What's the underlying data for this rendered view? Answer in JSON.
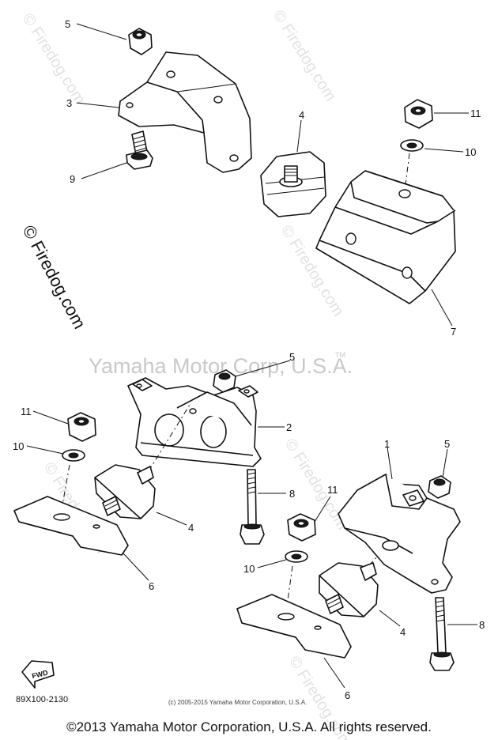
{
  "diagram_code": "89X100-2130",
  "small_copyright": "(c) 2005-2015 Yamaha Motor Corporation, U.S.A.",
  "footer_copyright": "©2013 Yamaha Motor Corporation, U.S.A. All rights reserved.",
  "center_watermark": "Yamaha Motor Corp, U.S.A.",
  "tm_mark": "TM",
  "side_watermark": "© Firedog.com",
  "diag_watermark": "© Firedog.com",
  "fwd_label": "FWD",
  "callouts": {
    "c5a": "5",
    "c3": "3",
    "c9": "9",
    "c4a": "4",
    "c11a": "11",
    "c10a": "10",
    "c7": "7",
    "c5b": "5",
    "c2": "2",
    "c11b": "11",
    "c10b": "10",
    "c8a": "8",
    "c4b": "4",
    "c6a": "6",
    "c1": "1",
    "c5c": "5",
    "c11c": "11",
    "c10c": "10",
    "c4c": "4",
    "c8b": "8",
    "c6b": "6"
  }
}
